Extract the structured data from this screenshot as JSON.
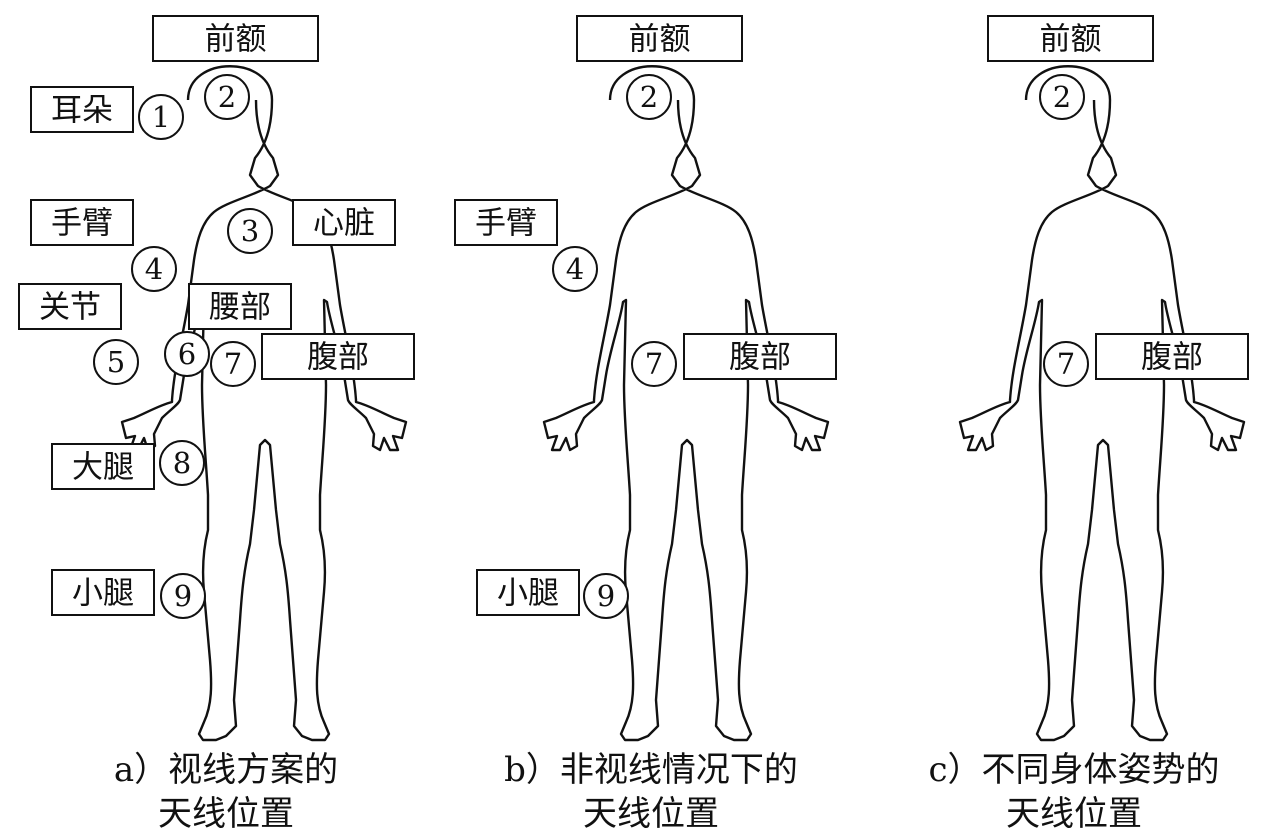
{
  "panels": [
    {
      "caption_line1": "a）视线方案的",
      "caption_line2": "天线位置",
      "labels": [
        "前额",
        "耳朵",
        "手臂",
        "心脏",
        "关节",
        "腰部",
        "腹部",
        "大腿",
        "小腿"
      ],
      "markers": [
        "1",
        "2",
        "3",
        "4",
        "5",
        "6",
        "7",
        "8",
        "9"
      ]
    },
    {
      "caption_line1": "b）非视线情况下的",
      "caption_line2": "天线位置",
      "labels": [
        "前额",
        "手臂",
        "腹部",
        "小腿"
      ],
      "markers": [
        "2",
        "4",
        "7",
        "9"
      ]
    },
    {
      "caption_line1": "c）不同身体姿势的",
      "caption_line2": "天线位置",
      "labels": [
        "前额",
        "腹部"
      ],
      "markers": [
        "2",
        "7"
      ]
    }
  ],
  "colors": {
    "stroke": "#111111",
    "background": "#ffffff"
  }
}
